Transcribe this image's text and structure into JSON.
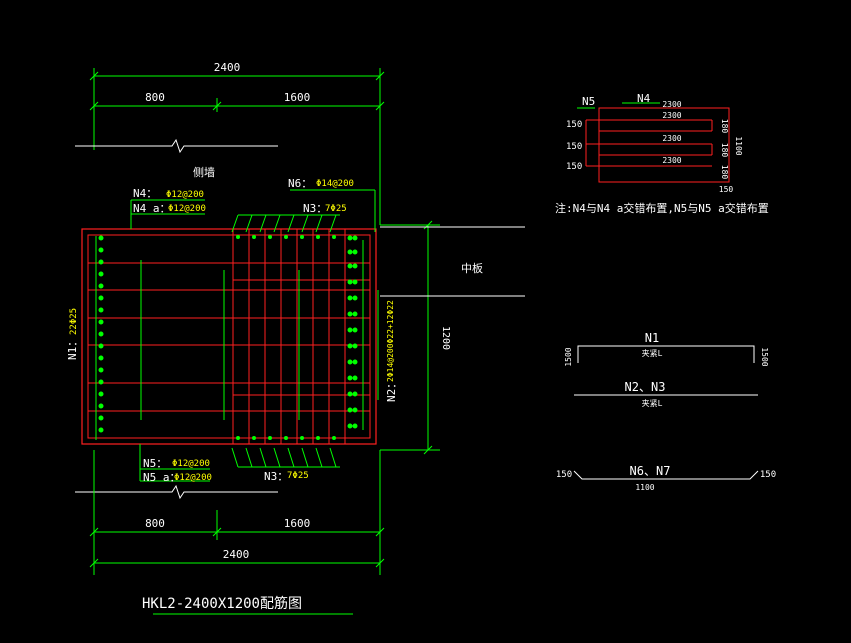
{
  "colors": {
    "background": "#000000",
    "dimension": "#00ff00",
    "rebar": "#ff2020",
    "text": "#ffffff",
    "annotation": "#ffff00"
  },
  "dims": {
    "top_total": "2400",
    "top_left": "800",
    "top_right": "1600",
    "bot_left": "800",
    "bot_right": "1600",
    "bot_total": "2400",
    "height": "1200"
  },
  "labels": {
    "side_wall": "侧墙",
    "mid_slab": "中板",
    "n4": "N4：",
    "n4_spec": "Φ12@200",
    "n4a": "N4 a：",
    "n4a_spec": "Φ12@200",
    "n6": "N6：",
    "n6_spec": "Φ14@200",
    "n3_top": "N3：",
    "n3_top_spec": "7Φ25",
    "n1": "N1：",
    "n1_spec": "22Φ25",
    "n2": "N2：",
    "n2_spec": "2Φ14@200Φ22+12Φ22",
    "n5": "N5：",
    "n5_spec": "Φ12@200",
    "n5a": "N5 a：",
    "n5a_spec": "Φ12@200",
    "n3_bot": "N3：",
    "n3_bot_spec": "7Φ25",
    "title": "HKL2-2400X1200配筋图"
  },
  "detail": {
    "n5": "N5",
    "n4": "N4",
    "len1": "2300",
    "len2": "2300",
    "len3": "2300",
    "len4": "2300",
    "left1": "150",
    "left2": "150",
    "left3": "150",
    "right1": "180",
    "right2": "180",
    "right3": "180",
    "height": "1100",
    "bottom": "150",
    "note": "注:N4与N4 a交错布置,N5与N5 a交错布置"
  },
  "bars": {
    "n1": "N1",
    "n1_sub": "夹紧L",
    "n1_left": "1500",
    "n1_right": "1500",
    "n23": "N2、N3",
    "n23_sub": "夹紧L",
    "n67": "N6、N7",
    "n67_left": "150",
    "n67_right": "150",
    "n67_len": "1100"
  }
}
